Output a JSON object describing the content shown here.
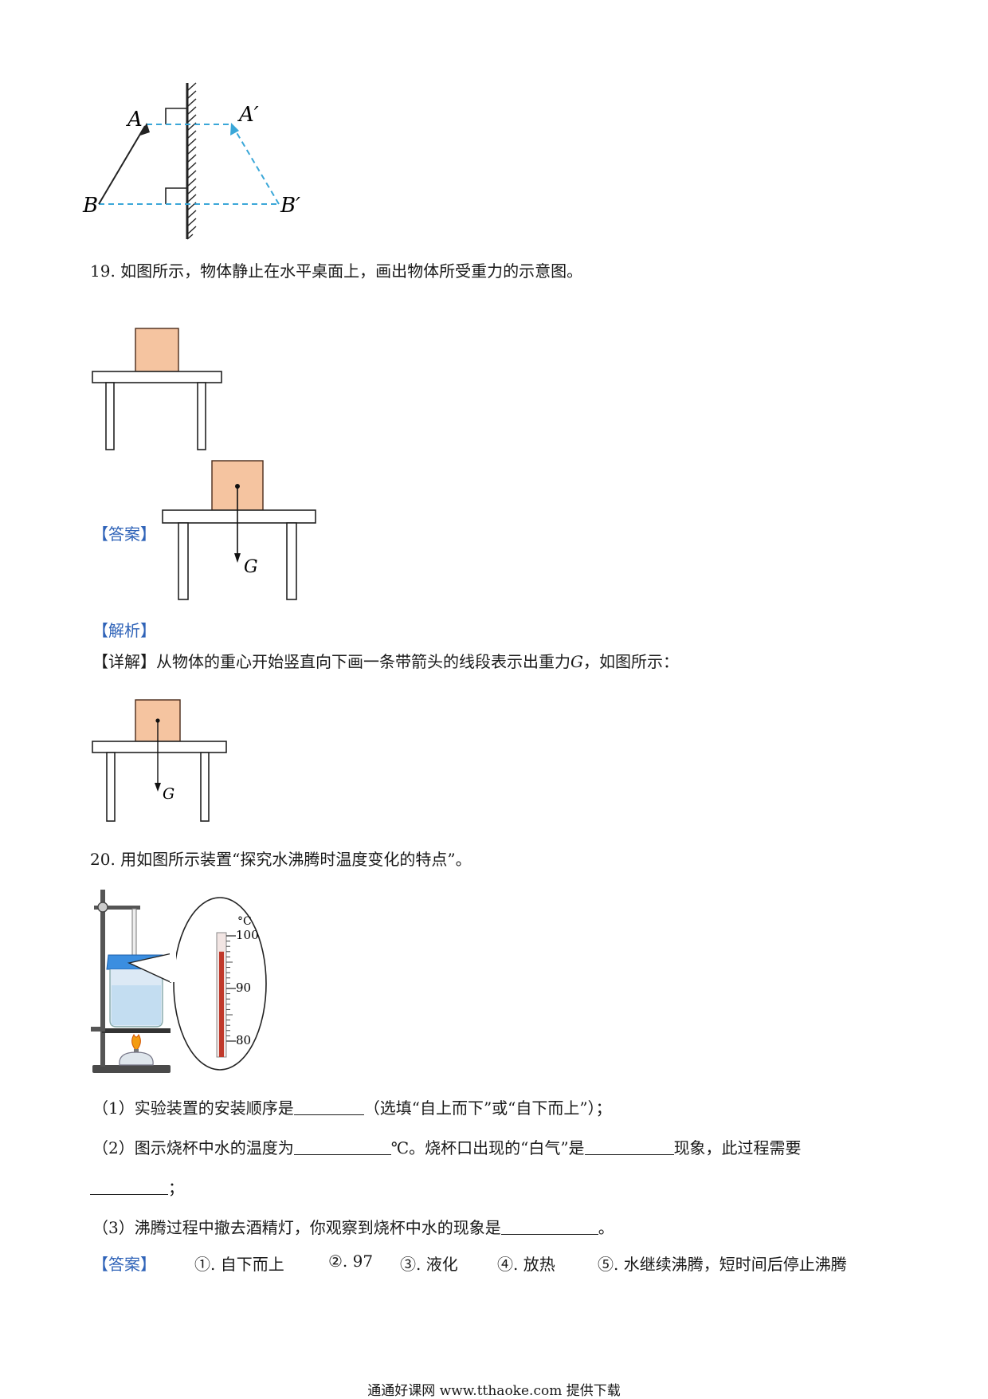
{
  "figure_mirror": {
    "label_A": "A",
    "label_A_prime": "A′",
    "label_B": "B",
    "label_B_prime": "B′"
  },
  "q19": {
    "number": "19.",
    "text": "如图所示，物体静止在水平桌面上，画出物体所受重力的示意图。",
    "answer_tag": "【答案】",
    "answer_force_label": "G",
    "analysis_tag": "【解析】",
    "detail_tag": "【详解】",
    "detail_text_1": "从物体的重心开始竖直向下画一条带箭头的线段表示出重力",
    "detail_G": "G",
    "detail_text_2": "，如图所示：",
    "detail_force_label": "G"
  },
  "q20": {
    "number": "20.",
    "text": "用如图所示装置“探究水沸腾时温度变化的特点”。",
    "thermometer": {
      "unit": "°C",
      "ticks": [
        "100",
        "90",
        "80"
      ],
      "reading_celsius": 97,
      "min": 80,
      "max": 100
    },
    "sub1_a": "（1）实验装置的安装顺序是",
    "sub1_b": "（选填“自上而下”或“自下而上”）；",
    "sub2_a": "（2）图示烧杯中水的温度为",
    "sub2_b": "℃。烧杯口出现的“白气”是",
    "sub2_c": "现象，此过程需要",
    "sub2_d": "；",
    "sub3_a": "（3）沸腾过程中撤去酒精灯，你观察到烧杯中水的现象是",
    "sub3_b": "。",
    "answer_tag": "【答案】",
    "answers": [
      "①. 自下而上",
      "②. 97",
      "③. 液化",
      "④. 放热",
      "⑤. 水继续沸腾，短时间后停止沸腾"
    ]
  },
  "footer": {
    "text": "通通好课网  www.tthaoke.com  提供下载"
  },
  "colors": {
    "accent_blue": "#2f63b8",
    "mirror_dashed": "#3aa7d8",
    "block_fill": "#f5c4a0",
    "block_stroke": "#4a2b1a",
    "thermo_liquid": "#c0392b",
    "plate_blue": "#3b8ee0"
  }
}
